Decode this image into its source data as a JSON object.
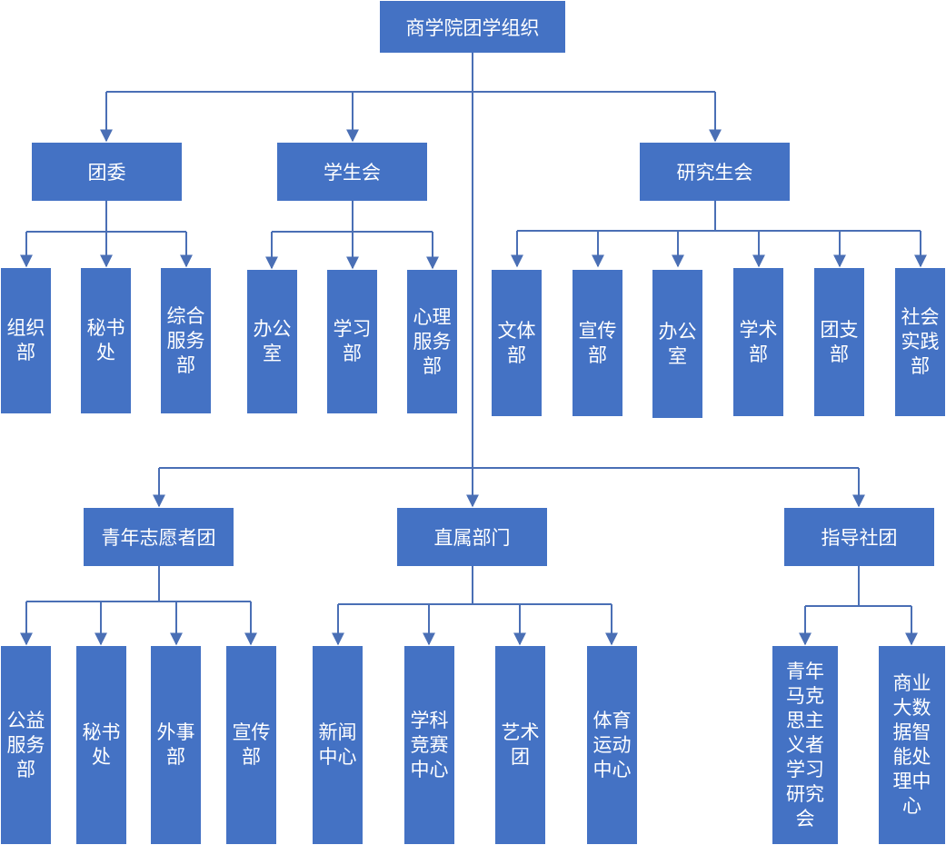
{
  "root": {
    "label": "商学院团学组织"
  },
  "groups": [
    {
      "label": "团委",
      "children": [
        "组织部",
        "秘书处",
        "综合服务部"
      ]
    },
    {
      "label": "学生会",
      "children": [
        "办公室",
        "学习部",
        "心理服务部"
      ]
    },
    {
      "label": "研究生会",
      "children": [
        "文体部",
        "宣传部",
        "办公室",
        "学术部",
        "团支部",
        "社会实践部"
      ]
    },
    {
      "label": "青年志愿者团",
      "children": [
        "公益服务部",
        "秘书处",
        "外事部",
        "宣传部"
      ]
    },
    {
      "label": "直属部门",
      "children": [
        "新闻中心",
        "学科竞赛中心",
        "艺术团",
        "体育运动中心"
      ]
    },
    {
      "label": "指导社团",
      "children": [
        "青年马克思主义者学习研究会",
        "商业大数据智能处理中心"
      ]
    }
  ],
  "colors": {
    "box": "#4472c4",
    "line": "#4a6fb5",
    "text": "#ffffff"
  }
}
